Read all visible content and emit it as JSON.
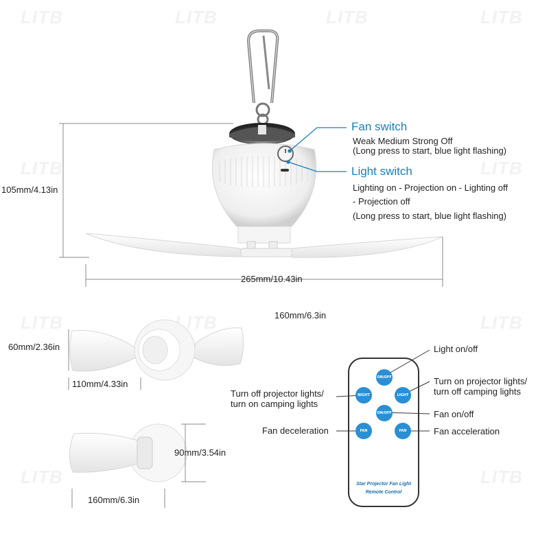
{
  "watermark": "LITB",
  "fan_switch": {
    "title": "Fan switch",
    "line1": "Weak Medium Strong Off",
    "line2": "(Long press to start, blue light flashing)"
  },
  "light_switch": {
    "title": "Light switch",
    "line1": "Lighting on - Projection on - Lighting off",
    "line2": "- Projection off",
    "line3": "(Long press to start, blue light flashing)"
  },
  "dimensions": {
    "height": "105mm/4.13in",
    "span": "265mm/10.43in",
    "top_view_width": "160mm/6.3in",
    "blade_height": "60mm/2.36in",
    "blade_length": "110mm/4.33in",
    "side_height": "90mm/3.54in",
    "side_width": "160mm/6.3in"
  },
  "remote": {
    "brand_line1": "Star Projector Fan Light",
    "brand_line2": "Remote Control",
    "buttons": {
      "light_onoff": "ON/OFF",
      "night": "NIGHT",
      "light": "LIGHT",
      "fan_onoff": "ON/OFF",
      "fan_down": "FAN",
      "fan_up": "FAN"
    },
    "labels": {
      "light_onoff": "Light on/off",
      "projector_on_1": "Turn on projector lights/",
      "projector_on_2": "turn off camping lights",
      "projector_off_1": "Turn off projector lights/",
      "projector_off_2": "turn on camping lights",
      "fan_onoff": "Fan on/off",
      "fan_decel": "Fan deceleration",
      "fan_accel": "Fan acceleration"
    }
  },
  "colors": {
    "accent_blue": "#1b7fb8",
    "button_blue": "#2a8fd4"
  }
}
